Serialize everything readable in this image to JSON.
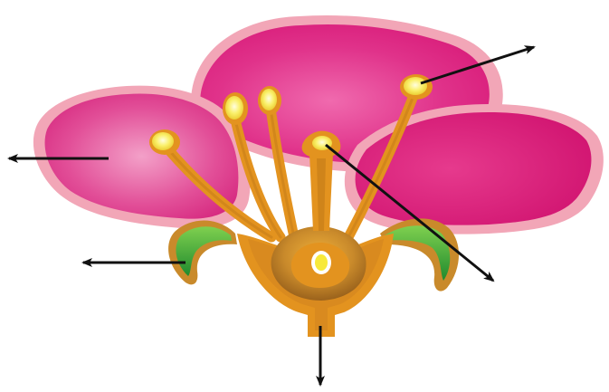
{
  "diagram": {
    "subject": "flower-longitudinal-section",
    "labels": [],
    "pointer_arrows": [
      {
        "part": "anther"
      },
      {
        "part": "petal"
      },
      {
        "part": "stigma"
      },
      {
        "part": "sepal"
      },
      {
        "part": "receptacle"
      }
    ],
    "colors": {
      "background": "#ffffff",
      "petal": "#d81b79",
      "petal_light": "#ea5ea3",
      "petal_border": "#f2a6b7",
      "sepal": "#2e9e3a",
      "sepal_light": "#6cc24a",
      "stalk": "#e3931f",
      "stalk_dark": "#b8731a",
      "anther": "#f7e93a",
      "anther_highlight": "#fffbd0",
      "ovary": "#c98a2b",
      "arrow": "#111111"
    }
  }
}
